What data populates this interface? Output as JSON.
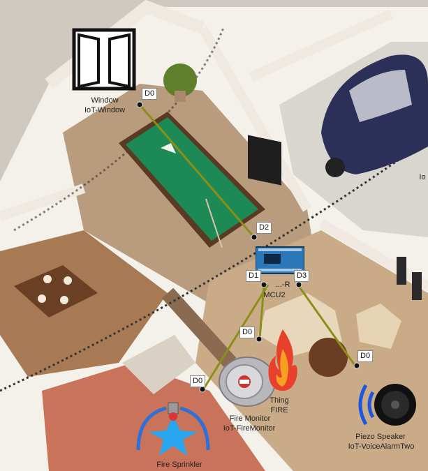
{
  "devices": {
    "window": {
      "name": "Window",
      "id": "IoT-Window",
      "port": "D0"
    },
    "board": {
      "name_partial": "...-R",
      "id_partial": "MCU2",
      "ports": [
        "D2",
        "D1",
        "D3"
      ]
    },
    "fire_monitor": {
      "name": "Fire Monitor",
      "id": "IoT-FireMonitor",
      "port": "D0"
    },
    "fire": {
      "name": "Thing",
      "id": "FIRE"
    },
    "fire_sprinkler": {
      "name": "Fire Sprinkler",
      "port": "D0"
    },
    "piezo_speaker": {
      "name": "Piezo Speaker",
      "id": "IoT-VoiceAlarmTwo",
      "port": "D0"
    },
    "offscreen_label": "Io"
  },
  "colors": {
    "cable": "#8b8f1a",
    "board": "#2a78b8"
  }
}
